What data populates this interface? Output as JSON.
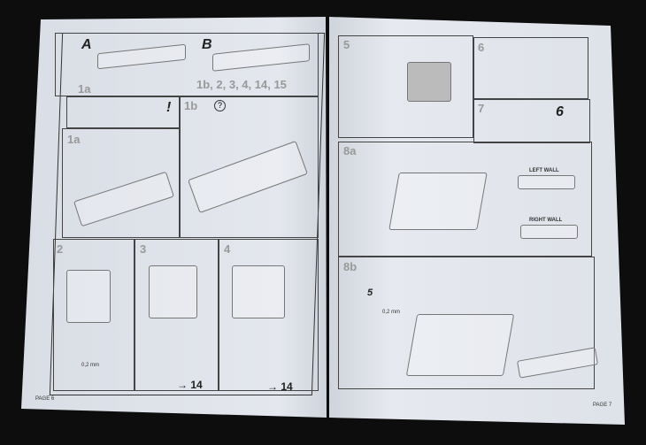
{
  "left_page": {
    "panel_a": "A",
    "panel_b": "B",
    "step_1a": "1a",
    "steps_b": "1b, 2, 3, 4, 14, 15",
    "step_1b": "1b",
    "step_1a_sub": "1a",
    "step_2": "2",
    "step_3": "3",
    "step_4": "4",
    "next_1": "14",
    "next_2": "14",
    "thickness": "0,2 mm",
    "warning": "!",
    "help": "?",
    "footer": "PAGE 6"
  },
  "right_page": {
    "step_5": "5",
    "step_6": "6",
    "step_7": "7",
    "step_8a": "8a",
    "step_8b": "8b",
    "left_wall": "LEFT WALL",
    "right_wall": "RIGHT WALL",
    "thickness": "0,2 mm",
    "part_6": "6",
    "part_5": "5",
    "footer": "PAGE 7"
  }
}
